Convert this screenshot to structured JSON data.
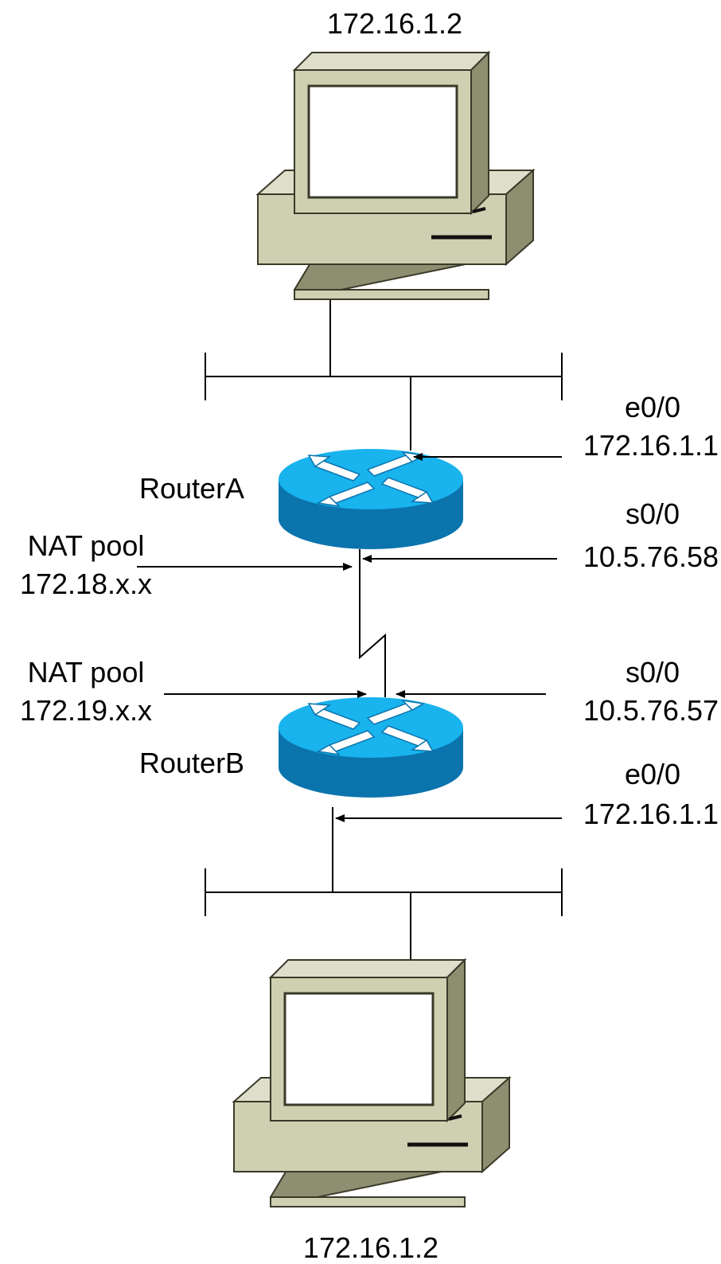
{
  "colors": {
    "pc_face": "#cfcfb2",
    "pc_side": "#8e8e70",
    "pc_top": "#dedecb",
    "pc_outline": "#3a3a2a",
    "screen": "#ffffff",
    "router_top": "#19b3ee",
    "router_side": "#0b74ad",
    "router_arrow": "#ffffff",
    "line": "#000000"
  },
  "top_host": {
    "icon": "workstation-icon",
    "ip": "172.16.1.2"
  },
  "bottom_host": {
    "icon": "workstation-icon",
    "ip": "172.16.1.2"
  },
  "router_a": {
    "icon": "router-icon",
    "name": "RouterA",
    "e0": {
      "interface": "e0/0",
      "ip": "172.16.1.1"
    },
    "s0": {
      "interface": "s0/0",
      "ip": "10.5.76.58"
    },
    "nat": {
      "title": "NAT pool",
      "range": "172.18.x.x"
    }
  },
  "router_b": {
    "icon": "router-icon",
    "name": "RouterB",
    "s0": {
      "interface": "s0/0",
      "ip": "10.5.76.57"
    },
    "e0": {
      "interface": "e0/0",
      "ip": "172.16.1.1"
    },
    "nat": {
      "title": "NAT pool",
      "range": "172.19.x.x"
    }
  }
}
